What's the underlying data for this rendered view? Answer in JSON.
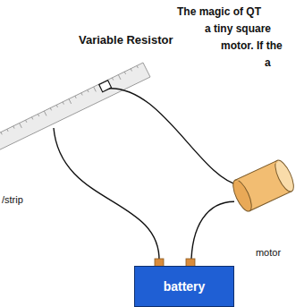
{
  "diagram": {
    "nodes": [
      {
        "text": [
          "battery"
        ]
      },
      {
        "text": [
          "motor"
        ]
      }
    ],
    "edges": [
      {
        "from": 0,
        "to": 1,
        "arrow": "none"
      }
    ],
    "labels": [
      "Variable Resistor",
      "The magic of QT",
      "a tiny square",
      "motor. If the",
      "a",
      "/strip"
    ]
  }
}
